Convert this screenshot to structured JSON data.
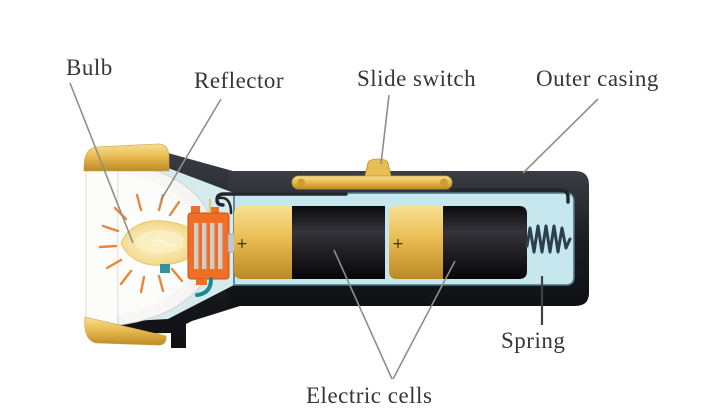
{
  "labels": {
    "bulb": "Bulb",
    "reflector": "Reflector",
    "slide_switch": "Slide switch",
    "outer_casing": "Outer casing",
    "spring": "Spring",
    "electric_cells": "Electric cells"
  },
  "cells": {
    "plus": "+"
  },
  "colors": {
    "background": "#ffffff",
    "text": "#35353a",
    "pointer_gray": "#8f8f8a",
    "pointer_dark": "#3f4245",
    "casing_dark": "#1b1d21",
    "interior_blue": "#c5e7ed",
    "head_interior_blue": "#d6ebee",
    "interior_border_teal": "#4c7682",
    "gold": "#eabc52",
    "gold_dark": "#c0902c",
    "holder_orange": "#ef6f27",
    "wire_teal": "#1d8796",
    "ray_orange": "#e8873a",
    "bulb_glow": "#f0cf6b",
    "spring_dark": "#2d3f4c",
    "cell_black": "#0d0d0f",
    "reflector_white": "#f4f3f0",
    "plus_color": "#3a3414"
  }
}
